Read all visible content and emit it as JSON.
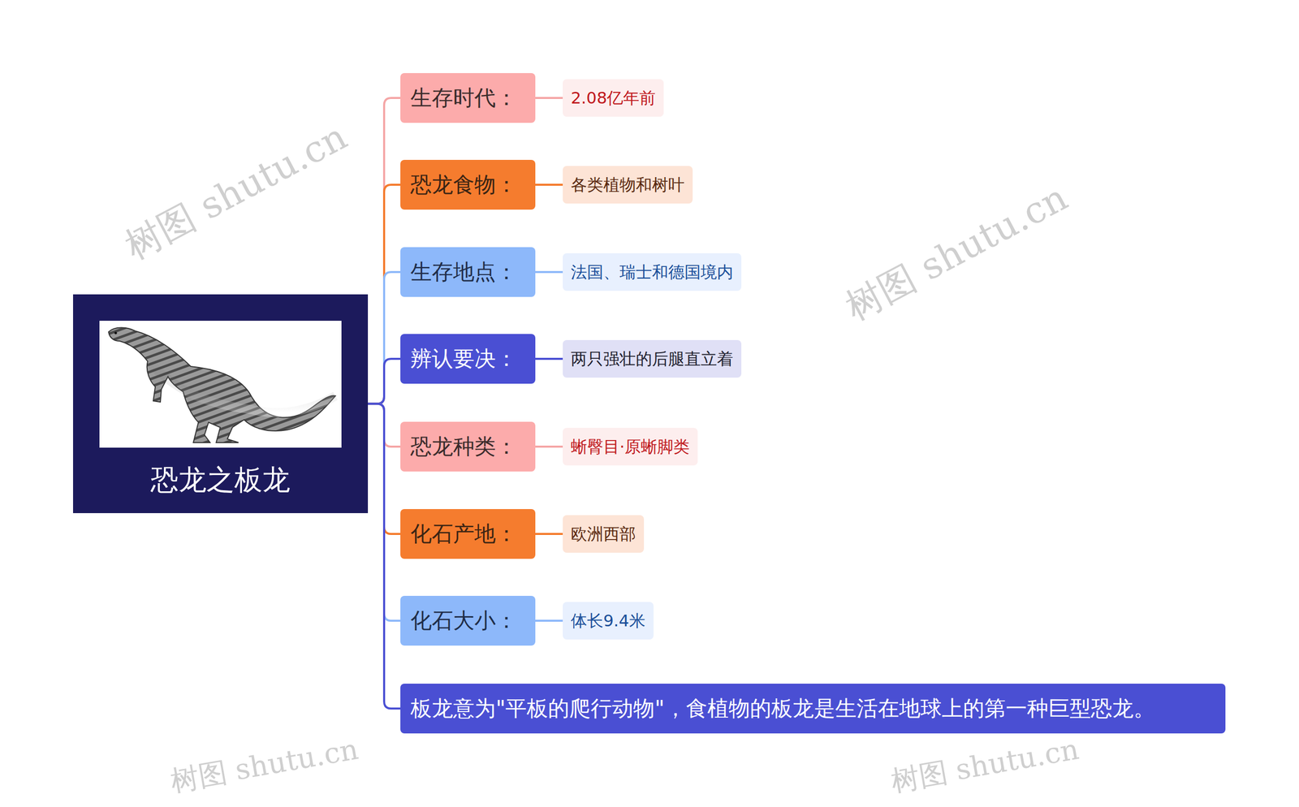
{
  "diagram": {
    "nodes": [
      {
        "text": [
          "恐龙之板龙"
        ]
      },
      {
        "text": [
          "生存时代："
        ]
      },
      {
        "text": [
          "2.08亿年前"
        ]
      },
      {
        "text": [
          "恐龙食物："
        ]
      },
      {
        "text": [
          "各类植物和树叶"
        ]
      },
      {
        "text": [
          "生存地点："
        ]
      },
      {
        "text": [
          "法国、瑞士和德国境内"
        ]
      },
      {
        "text": [
          "辨认要决："
        ]
      },
      {
        "text": [
          "两只强壮的后腿直立着"
        ]
      },
      {
        "text": [
          "恐龙种类："
        ]
      },
      {
        "text": [
          "蜥臀目·原蜥脚类"
        ]
      },
      {
        "text": [
          "化石产地："
        ]
      },
      {
        "text": [
          "欧洲西部"
        ]
      },
      {
        "text": [
          "化石大小："
        ]
      },
      {
        "text": [
          "体长9.4米"
        ]
      },
      {
        "text": [
          "板龙意为\"平板的爬行动物\"，食植物的板龙是生活在地球上的第一种巨型恐龙。"
        ]
      }
    ],
    "edges": [
      {
        "from": 0,
        "to": 1,
        "arrow": "none"
      },
      {
        "from": 1,
        "to": 2,
        "arrow": "none"
      },
      {
        "from": 0,
        "to": 3,
        "arrow": "none"
      },
      {
        "from": 3,
        "to": 4,
        "arrow": "none"
      },
      {
        "from": 0,
        "to": 5,
        "arrow": "none"
      },
      {
        "from": 5,
        "to": 6,
        "arrow": "none"
      },
      {
        "from": 0,
        "to": 7,
        "arrow": "none"
      },
      {
        "from": 7,
        "to": 8,
        "arrow": "none"
      },
      {
        "from": 0,
        "to": 9,
        "arrow": "none"
      },
      {
        "from": 9,
        "to": 10,
        "arrow": "none"
      },
      {
        "from": 0,
        "to": 11,
        "arrow": "none"
      },
      {
        "from": 11,
        "to": 12,
        "arrow": "none"
      },
      {
        "from": 0,
        "to": 13,
        "arrow": "none"
      },
      {
        "from": 13,
        "to": 14,
        "arrow": "none"
      },
      {
        "from": 0,
        "to": 15,
        "arrow": "none"
      }
    ],
    "labels": [
      "树图 shutu.cn",
      "树图 shutu.cn",
      "树图 shutu.cn",
      "树图 shutu.cn"
    ]
  }
}
